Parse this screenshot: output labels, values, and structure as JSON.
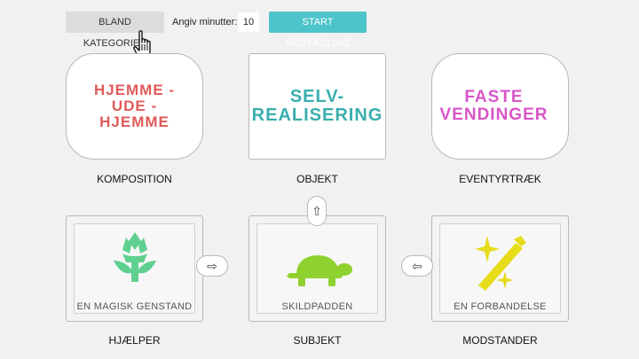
{
  "toolbar": {
    "shuffle_label": "BLAND KATEGORIER",
    "minutes_label": "Angiv minutter:",
    "minutes_value": "10",
    "start_label": "START NEDTÆLLING"
  },
  "top_cards": [
    {
      "word": "HJEMME -\nUDE -\nHJEMME",
      "color": "#e05a5a",
      "category": "KOMPOSITION"
    },
    {
      "word": "SELV-\nREALISERING",
      "color": "#3aaeae",
      "category": "OBJEKT"
    },
    {
      "word": "FASTE\nVENDINGER",
      "color": "#d955c8",
      "category": "EVENTYRTRÆK"
    }
  ],
  "bottom_cards": [
    {
      "caption": "EN MAGISK GENSTAND",
      "icon": "magic-flower-icon",
      "icon_color": "#5fd08f",
      "category": "HJÆLPER"
    },
    {
      "caption": "SKILDPADDEN",
      "icon": "turtle-icon",
      "icon_color": "#8fd12f",
      "category": "SUBJEKT"
    },
    {
      "caption": "EN FORBANDELSE",
      "icon": "magic-wand-icon",
      "icon_color": "#e6dc1a",
      "category": "MODSTANDER"
    }
  ],
  "connectors": {
    "right_arrow": "⇨",
    "up_arrow": "⇧",
    "left_arrow": "⇦"
  }
}
